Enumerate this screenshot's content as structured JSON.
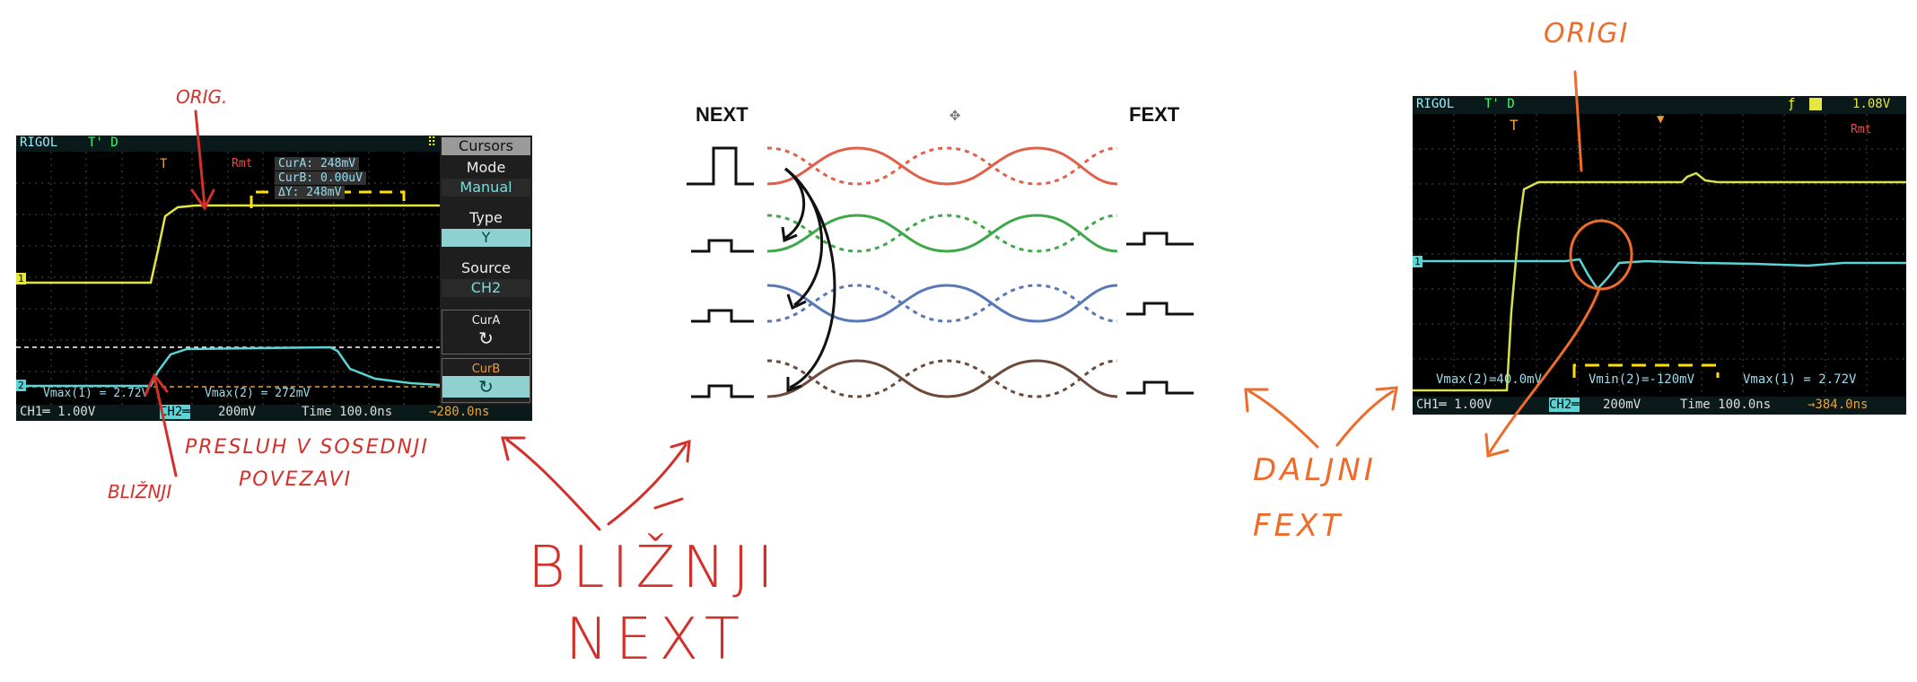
{
  "left_scope": {
    "brand": "RIGOL",
    "trig_status": "T' D",
    "rmt": "Rmt",
    "cursor_readout": {
      "cur_a": "CurA: 248mV",
      "cur_b": "CurB: 0.00uV",
      "delta": "ΔY: 248mV"
    },
    "menu": {
      "title": "Cursors",
      "mode_label": "Mode",
      "mode_value": "Manual",
      "type_label": "Type",
      "type_value": "Y",
      "source_label": "Source",
      "source_value": "CH2",
      "cur_a_label": "CurA",
      "cur_b_label": "CurB"
    },
    "meas_left": "Vmax(1) = 2.72V",
    "meas_right": "Vmax(2) = 272mV",
    "footer": {
      "ch1": "CH1═ 1.00V",
      "ch2": "CH2═",
      "ch2_scale": "200mV",
      "time": "Time 100.0ns",
      "trig_pos": "→280.0ns"
    },
    "ch1_marker": "1",
    "ch2_marker": "2"
  },
  "right_scope": {
    "brand": "RIGOL",
    "trig_status": "T' D",
    "trig_level": "1.08V",
    "rmt": "Rmt",
    "meas_vmax2": "Vmax(2)=40.0mV",
    "meas_vmin2": "Vmin(2)=-120mV",
    "meas_vmax1": "Vmax(1) = 2.72V",
    "footer": {
      "ch1": "CH1═ 1.00V",
      "ch2": "CH2═",
      "ch2_scale": "200mV",
      "time": "Time 100.0ns",
      "trig_pos": "→384.0ns"
    },
    "ch1_marker": "1"
  },
  "diagram": {
    "next_label": "NEXT",
    "fext_label": "FEXT",
    "pair_colors": [
      "#e0604a",
      "#3fa84a",
      "#5878b8",
      "#6b4a3a"
    ]
  },
  "annotations": {
    "left_orig": "ORIG.",
    "left_presluh": "PRESLUH V SOSEDNJI",
    "left_povezavi": "POVEZAVI",
    "left_blizni": "BLIŽNJI",
    "center_blizni": "BLIŽNJI",
    "center_next": "NEXT",
    "right_origi": "ORIGI",
    "right_daljni": "DALJNI",
    "right_fext": "FEXT"
  }
}
